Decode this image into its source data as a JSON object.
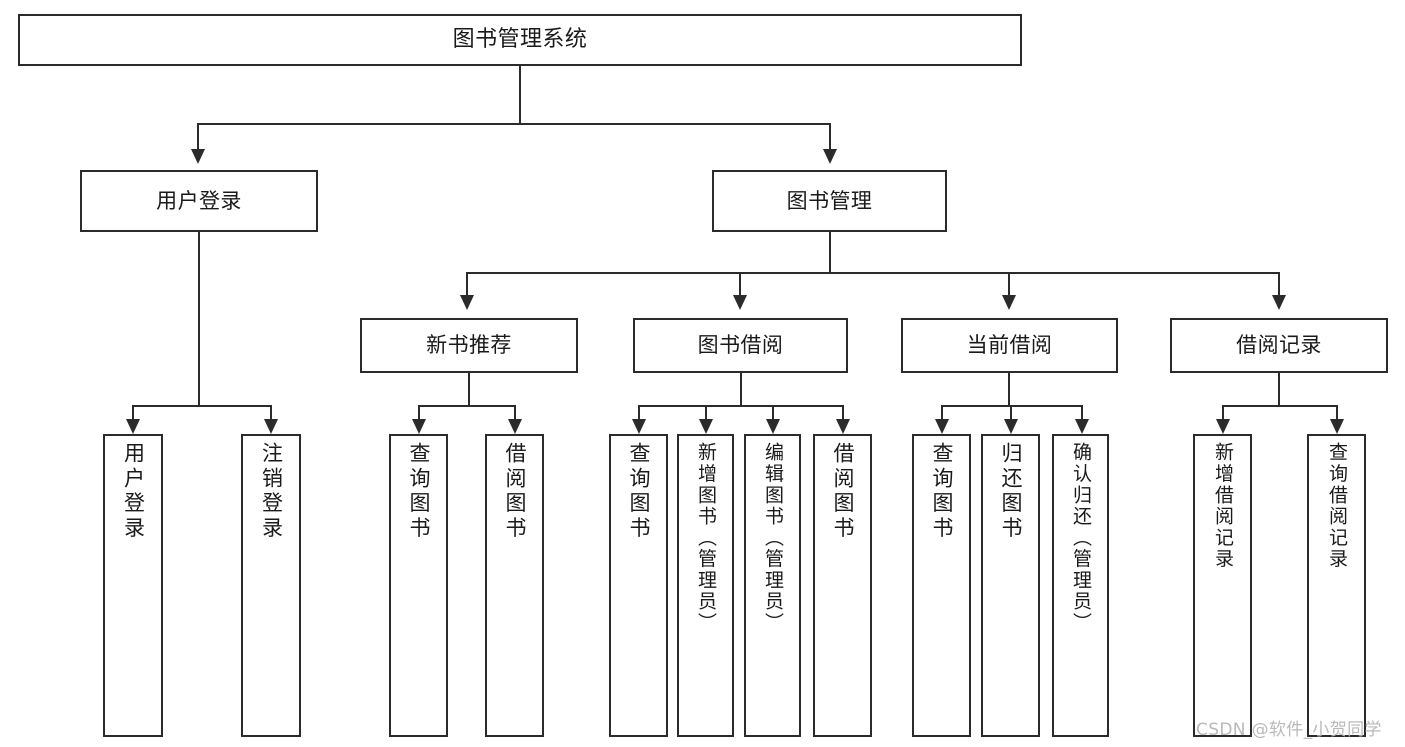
{
  "diagram": {
    "title": "图书管理系统",
    "type": "tree",
    "root": {
      "id": "root",
      "label": "图书管理系统"
    },
    "level2": [
      {
        "id": "user-login",
        "label": "用户登录"
      },
      {
        "id": "book-management",
        "label": "图书管理"
      }
    ],
    "level3": [
      {
        "id": "new-book-recommend",
        "label": "新书推荐"
      },
      {
        "id": "book-borrow",
        "label": "图书借阅"
      },
      {
        "id": "current-borrow",
        "label": "当前借阅"
      },
      {
        "id": "borrow-record",
        "label": "借阅记录"
      }
    ],
    "leaves": {
      "user_login": [
        {
          "id": "leaf-user-login",
          "label": "用户登录"
        },
        {
          "id": "leaf-logout",
          "label": "注销登录"
        }
      ],
      "new_book_recommend": [
        {
          "id": "leaf-query-book-1",
          "label": "查询图书"
        },
        {
          "id": "leaf-borrow-book-1",
          "label": "借阅图书"
        }
      ],
      "book_borrow": [
        {
          "id": "leaf-query-book-2",
          "label": "查询图书"
        },
        {
          "id": "leaf-add-book",
          "label": "新增图书（管理员）"
        },
        {
          "id": "leaf-edit-book",
          "label": "编辑图书（管理员）"
        },
        {
          "id": "leaf-borrow-book-2",
          "label": "借阅图书"
        }
      ],
      "current_borrow": [
        {
          "id": "leaf-query-book-3",
          "label": "查询图书"
        },
        {
          "id": "leaf-return-book",
          "label": "归还图书"
        },
        {
          "id": "leaf-confirm-return",
          "label": "确认归还（管理员）"
        }
      ],
      "borrow_record": [
        {
          "id": "leaf-add-record",
          "label": "新增借阅记录"
        },
        {
          "id": "leaf-query-record",
          "label": "查询借阅记录"
        }
      ]
    }
  },
  "watermark": {
    "text": "CSDN @软件_小贺同学"
  },
  "colors": {
    "stroke": "#2b2b2b",
    "background": "#ffffff",
    "text": "#1a1a1a",
    "watermark": "#b9b9b9"
  }
}
